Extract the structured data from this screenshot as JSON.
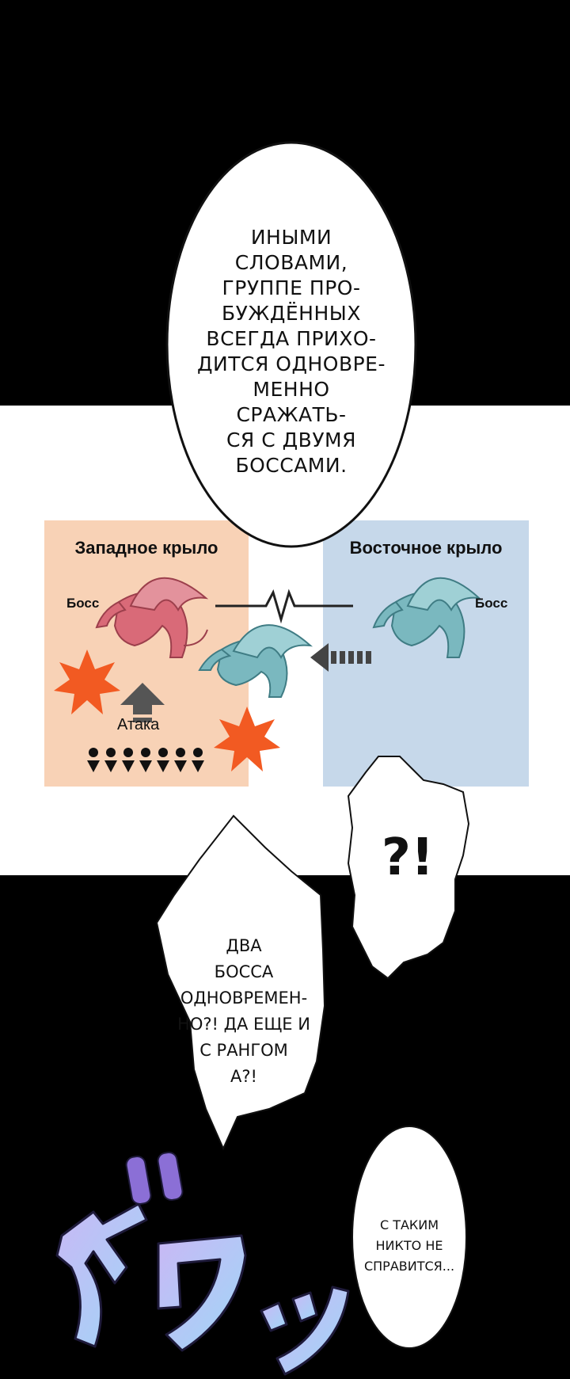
{
  "bubble_top": {
    "lines": [
      "ИНЫМИ",
      "СЛОВАМИ,",
      "ГРУППЕ ПРО-",
      "БУЖДЁННЫХ",
      "ВСЕГДА ПРИХО-",
      "ДИТСЯ ОДНОВРЕ-",
      "МЕННО СРАЖАТЬ-",
      "СЯ С ДВУМЯ",
      "БОССАМИ."
    ]
  },
  "diagram": {
    "west_wing_title": "Западное крыло",
    "east_wing_title": "Восточное крыло",
    "boss_label_west": "Босс",
    "boss_label_east": "Босс",
    "attack_label": "Атака",
    "colors": {
      "west_bg": "#f8d2b6",
      "east_bg": "#c6d8ea",
      "red_dragon": "#d96a78",
      "teal_dragon": "#7ab8bf",
      "burst": "#f25a22"
    }
  },
  "bubble_exclaim": {
    "text": "?!"
  },
  "bubble_shout": {
    "lines": [
      "ДВА",
      "БОССА",
      "ОДНОВРЕМЕН-",
      "НО?! ДА ЕЩЕ И",
      "С РАНГОМ",
      "А?!"
    ]
  },
  "bubble_small": {
    "lines": [
      "С ТАКИМ",
      "НИКТО НЕ",
      "СПРАВИТСЯ..."
    ]
  },
  "sfx": {
    "text": "ザワッ"
  }
}
